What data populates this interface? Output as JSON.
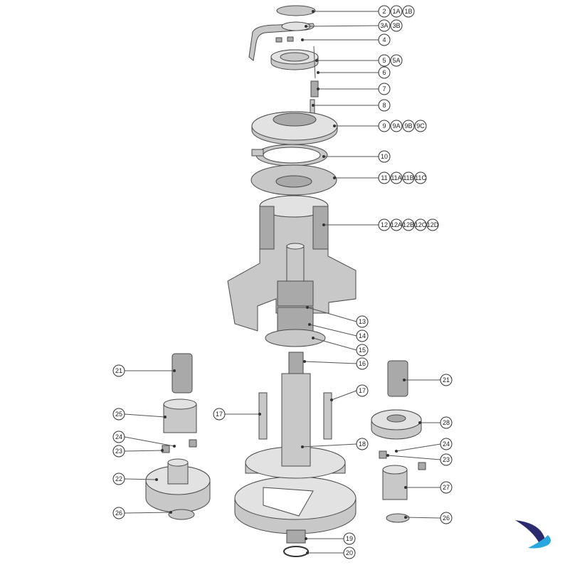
{
  "diagram": {
    "callouts": [
      {
        "part": "disc",
        "labels": [
          "2",
          "1A",
          "1B"
        ]
      },
      {
        "part": "handle-arm",
        "labels": [
          "3A",
          "3B"
        ]
      },
      {
        "part": "pawls",
        "labels": [
          "4"
        ]
      },
      {
        "part": "collar",
        "labels": [
          "5",
          "5A"
        ]
      },
      {
        "part": "pin",
        "labels": [
          "6"
        ]
      },
      {
        "part": "spring",
        "labels": [
          "7"
        ]
      },
      {
        "part": "shaft-pin",
        "labels": [
          "8"
        ]
      },
      {
        "part": "top-flange",
        "labels": [
          "9",
          "9A",
          "9B",
          "9C"
        ]
      },
      {
        "part": "stripper-ring",
        "labels": [
          "10"
        ]
      },
      {
        "part": "bearing-plate",
        "labels": [
          "11",
          "11A",
          "11B",
          "11C"
        ]
      },
      {
        "part": "drum",
        "labels": [
          "12",
          "12A",
          "12B",
          "12C",
          "12D"
        ]
      },
      {
        "part": "roller-bearing-upper",
        "labels": [
          "13"
        ]
      },
      {
        "part": "roller-bearing-lower",
        "labels": [
          "14"
        ]
      },
      {
        "part": "thrust-washer",
        "labels": [
          "15"
        ]
      },
      {
        "part": "spline",
        "labels": [
          "16"
        ]
      },
      {
        "part": "gear-pin-right",
        "labels": [
          "17"
        ]
      },
      {
        "part": "gear-pin-left",
        "labels": [
          "17"
        ]
      },
      {
        "part": "base-spindle",
        "labels": [
          "18"
        ]
      },
      {
        "part": "bottom-bearing",
        "labels": [
          "19"
        ]
      },
      {
        "part": "bottom-ring",
        "labels": [
          "20"
        ]
      },
      {
        "part": "left-roller-bearing",
        "labels": [
          "21"
        ]
      },
      {
        "part": "left-small-gear",
        "labels": [
          "25"
        ]
      },
      {
        "part": "left-spring",
        "labels": [
          "24"
        ]
      },
      {
        "part": "left-pawl",
        "labels": [
          "23"
        ]
      },
      {
        "part": "left-large-gear",
        "labels": [
          "22"
        ]
      },
      {
        "part": "left-washer",
        "labels": [
          "26"
        ]
      },
      {
        "part": "right-roller-bearing",
        "labels": [
          "21"
        ]
      },
      {
        "part": "right-gear",
        "labels": [
          "28"
        ]
      },
      {
        "part": "right-spring",
        "labels": [
          "24"
        ]
      },
      {
        "part": "right-pawl",
        "labels": [
          "23"
        ]
      },
      {
        "part": "right-pinion",
        "labels": [
          "27"
        ]
      },
      {
        "part": "right-washer",
        "labels": [
          "26"
        ]
      }
    ],
    "colors": {
      "part": "#c8c8c8",
      "outline": "#4a4a4a",
      "logo_dark": "#2b2a6e",
      "logo_light": "#29a8e0"
    }
  }
}
